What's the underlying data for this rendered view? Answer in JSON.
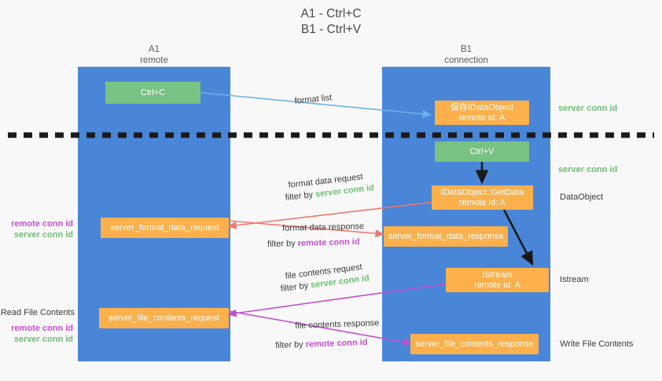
{
  "title": {
    "line1": "A1 - Ctrl+C",
    "line2": "B1 - Ctrl+V"
  },
  "columns": [
    {
      "name": "A1",
      "sub": "remote"
    },
    {
      "name": "B1",
      "sub": "connection"
    }
  ],
  "nodes": {
    "ctrl_c": {
      "label": "Ctrl+C"
    },
    "ctrl_v": {
      "label": "Ctrl+V"
    },
    "save_idataobject": {
      "line1": "保存IDataObject",
      "line2": "remote id: A"
    },
    "getdata": {
      "line1": "IDataObject::GetData",
      "line2": "remote id: A"
    },
    "istream": {
      "line1": "IStream",
      "line2": "remote id: A"
    },
    "server_format_data_request": {
      "label": "server_format_data_request"
    },
    "server_format_data_response": {
      "label": "server_format_data_response"
    },
    "server_file_contents_request": {
      "label": "server_file_contents_request"
    },
    "server_file_contents_response": {
      "label": "server_file_contents_response"
    }
  },
  "edge_labels": {
    "format_list": "format list",
    "format_data_request": "format data request",
    "format_data_request_filter_prefix": "filter by ",
    "format_data_request_filter_key": "server conn id",
    "format_data_response": "format data response",
    "format_data_response_filter_prefix": "filter by ",
    "format_data_response_filter_key": "remote conn id",
    "file_contents_request": "file contents request",
    "file_contents_request_filter_prefix": "filter by ",
    "file_contents_request_filter_key": "server conn id",
    "file_contents_response": "file contents response",
    "file_contents_response_filter_prefix": "filter by ",
    "file_contents_response_filter_key": "remote conn id"
  },
  "right_labels": {
    "server_conn_id_top": "server conn id",
    "server_conn_id_mid": "server conn id",
    "dataobject": "DataObject",
    "istream": "Istream",
    "write_file_contents": "Write File Contents"
  },
  "left_labels": {
    "remote_conn_id_1": "remote conn id",
    "server_conn_id_1": "server conn id",
    "read_file_contents": "Read File Contents",
    "remote_conn_id_2": "remote conn id",
    "server_conn_id_2": "server conn id"
  },
  "colors": {
    "lane": "#4a86d8",
    "green_node": "#78c283",
    "orange_node": "#fbb04c",
    "green_text": "#6cbf73",
    "purple_text": "#c34fd1",
    "arrow_blue": "#6ab2e8",
    "arrow_red": "#f0776c",
    "arrow_magenta": "#c34fd1",
    "arrow_black": "#1a1a1a",
    "divider": "#1a1a1a"
  }
}
